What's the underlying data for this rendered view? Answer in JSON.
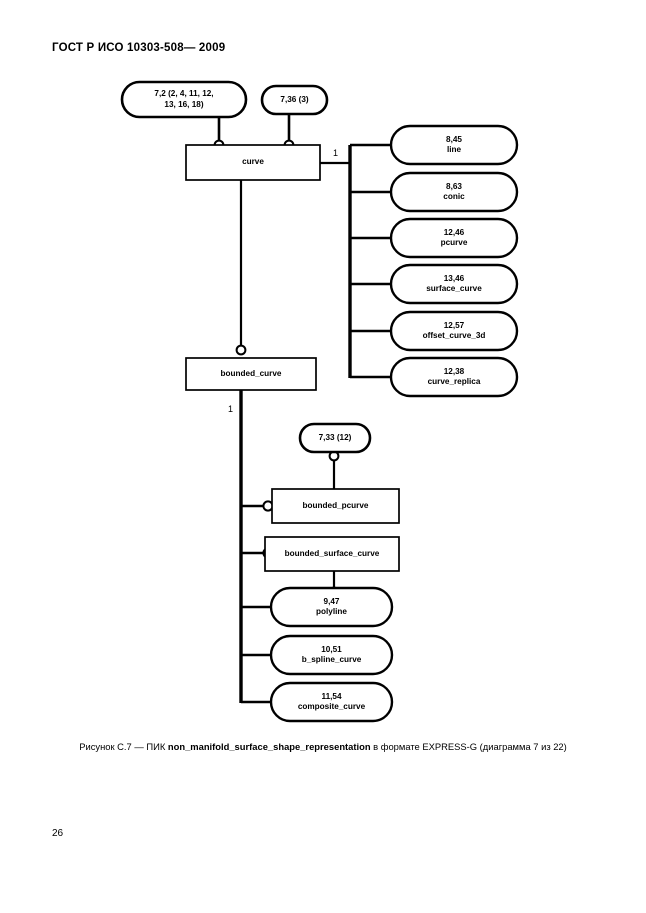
{
  "document": {
    "header": "ГОСТ Р ИСО 10303-508— 2009",
    "page_number": "26"
  },
  "caption": {
    "prefix": "Рисунок С.7 — ПИК ",
    "entity": "non_manifold_surface_shape_representation",
    "suffix": " в формате EXPRESS-G (диаграмма 7 из 22)"
  },
  "diagram": {
    "type": "EXPRESS-G",
    "page_refs": [
      {
        "id": "ref-7-2",
        "text_line1": "7,2 (2, 4, 11, 12,",
        "text_line2": "13, 16, 18)"
      },
      {
        "id": "ref-7-36",
        "text_line1": "7,36 (3)",
        "text_line2": ""
      },
      {
        "id": "ref-7-33",
        "text_line1": "7,33 (12)",
        "text_line2": ""
      }
    ],
    "entities": [
      {
        "id": "curve",
        "text_line1": "curve",
        "text_line2": "",
        "shape": "box"
      },
      {
        "id": "bounded_curve",
        "text_line1": "bounded_curve",
        "text_line2": "",
        "shape": "box"
      },
      {
        "id": "bounded_pcurve",
        "text_line1": "bounded_pcurve",
        "text_line2": "",
        "shape": "box"
      },
      {
        "id": "bounded_surface_curve",
        "text_line1": "bounded_surface_curve",
        "text_line2": "",
        "shape": "box"
      }
    ],
    "subtype_refs_right": [
      {
        "id": "line",
        "text_line1": "8,45",
        "text_line2": "line"
      },
      {
        "id": "conic",
        "text_line1": "8,63",
        "text_line2": "conic"
      },
      {
        "id": "pcurve",
        "text_line1": "12,46",
        "text_line2": "pcurve"
      },
      {
        "id": "surface_curve",
        "text_line1": "13,46",
        "text_line2": "surface_curve"
      },
      {
        "id": "offset_curve_3d",
        "text_line1": "12,57",
        "text_line2": "offset_curve_3d"
      },
      {
        "id": "curve_replica",
        "text_line1": "12,38",
        "text_line2": "curve_replica"
      }
    ],
    "subtype_refs_bottom": [
      {
        "id": "polyline",
        "text_line1": "9,47",
        "text_line2": "polyline"
      },
      {
        "id": "b_spline_curve",
        "text_line1": "10,51",
        "text_line2": "b_spline_curve"
      },
      {
        "id": "composite_curve",
        "text_line1": "11,54",
        "text_line2": "composite_curve"
      }
    ],
    "cardinalities": [
      {
        "id": "card-curve-right",
        "text": "1"
      },
      {
        "id": "card-bounded-down",
        "text": "1"
      }
    ]
  }
}
